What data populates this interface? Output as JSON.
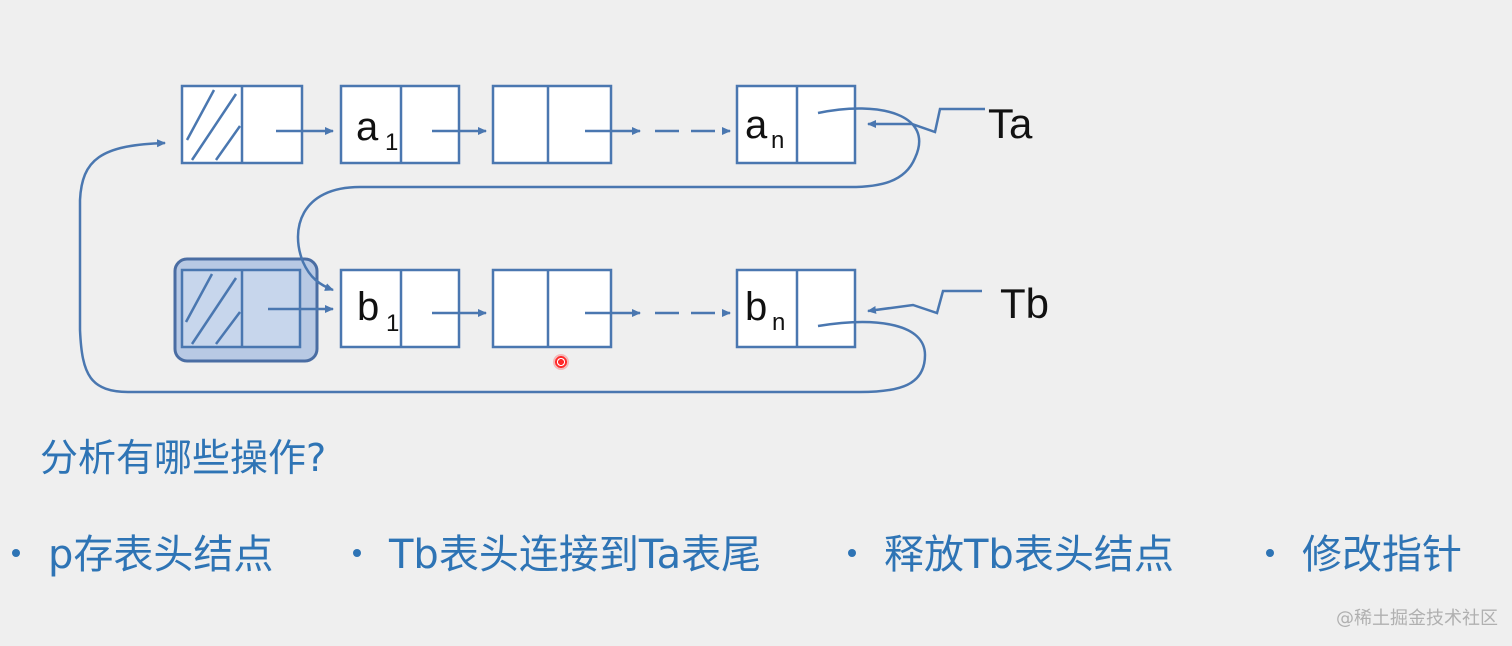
{
  "list_a": {
    "nodes": [
      {
        "main": "",
        "sub": ""
      },
      {
        "main": "a",
        "sub": "1"
      },
      {
        "main": "",
        "sub": ""
      },
      {
        "main": "a",
        "sub": "n"
      }
    ],
    "tail_pointer_label": "Ta"
  },
  "list_b": {
    "nodes": [
      {
        "main": "",
        "sub": ""
      },
      {
        "main": "b",
        "sub": "1"
      },
      {
        "main": "",
        "sub": ""
      },
      {
        "main": "b",
        "sub": "n"
      }
    ],
    "tail_pointer_label": "Tb"
  },
  "question": "分析有哪些操作?",
  "steps": [
    "p存表头结点",
    "Tb表头连接到Ta表尾",
    "释放Tb表头结点",
    "修改指针"
  ],
  "watermark": "@稀土掘金技术社区",
  "colors": {
    "line": "#4a77b0",
    "text_blue": "#2e74b5",
    "highlight_fill": "#b8c9e4",
    "highlight_border": "#4a6da3"
  }
}
